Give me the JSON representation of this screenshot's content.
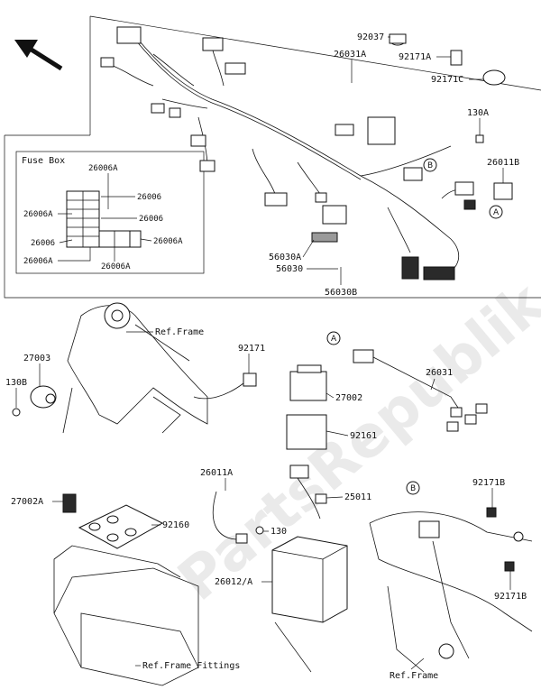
{
  "watermark": "PartsRepublik",
  "fuse_box": {
    "title": "Fuse Box",
    "labels": [
      "26006A",
      "26006",
      "26006A",
      "26006",
      "26006",
      "26006A",
      "26006A",
      "26006A"
    ]
  },
  "callouts": {
    "c92037": "92037",
    "c26031A": "26031A",
    "c92171A": "92171A",
    "c92171C": "92171C",
    "c130A": "130A",
    "c26011B": "26011B",
    "c56030A": "56030A",
    "c56030": "56030",
    "c56030B": "56030B",
    "c_refframe": "Ref.Frame",
    "c92171": "92171",
    "c27003": "27003",
    "c130B": "130B",
    "c27002": "27002",
    "c92161": "92161",
    "c26031": "26031",
    "c27002A": "27002A",
    "c92160": "92160",
    "c26011A": "26011A",
    "c25011": "25011",
    "c130": "130",
    "c26012A": "26012/A",
    "c92171B_1": "92171B",
    "c92171B_2": "92171B",
    "c_refframefittings": "Ref.Frame Fittings",
    "c_refframe2": "Ref.Frame"
  },
  "markers": {
    "A": "A",
    "B": "B"
  }
}
